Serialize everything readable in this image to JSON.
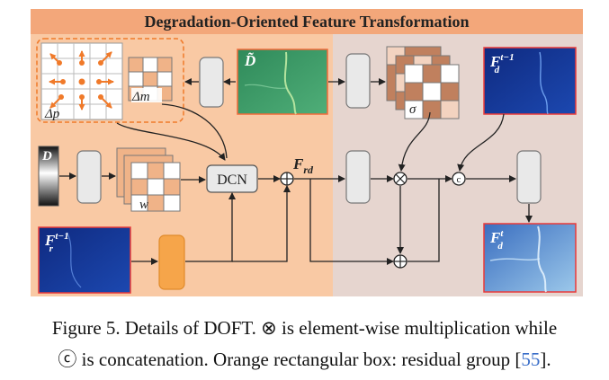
{
  "figure": {
    "title": "Degradation-Oriented Feature Transformation",
    "labels": {
      "delta_p": "Δp",
      "delta_m": "Δm",
      "d_tilde": "D̃",
      "sigma": "σ",
      "d": "D",
      "w": "w",
      "dcn": "DCN",
      "f_rd": "F",
      "f_rd_sub": "rd",
      "f_d_prev": "F",
      "f_d_prev_sub": "d",
      "f_d_prev_sup": "t−1",
      "f_r_prev": "F",
      "f_r_prev_sub": "r",
      "f_r_prev_sup": "t−1",
      "f_d_t": "F",
      "f_d_t_sub": "d",
      "f_d_t_sup": "t",
      "multiply": "⊗",
      "concat": "c",
      "add": "⊕"
    },
    "colors": {
      "left_panel": "#f9c9a4",
      "right_panel": "#e6d5cf",
      "title_bar": "#f3a77a",
      "grid_orange": "#f0b388",
      "grid_brown": "#c0805e",
      "residual_block": "#f6a54a",
      "green_map": "#3f9a66",
      "blue_map": "#173a9a",
      "red_border": "#e83a3a"
    }
  },
  "caption": {
    "line1": "Figure 5. Details of DOFT. ⊗ is element-wise multiplication while",
    "line2_a": "ⓒ is concatenation. Orange rectangular box: residual group [",
    "line2_ref": "55",
    "line2_b": "]."
  }
}
